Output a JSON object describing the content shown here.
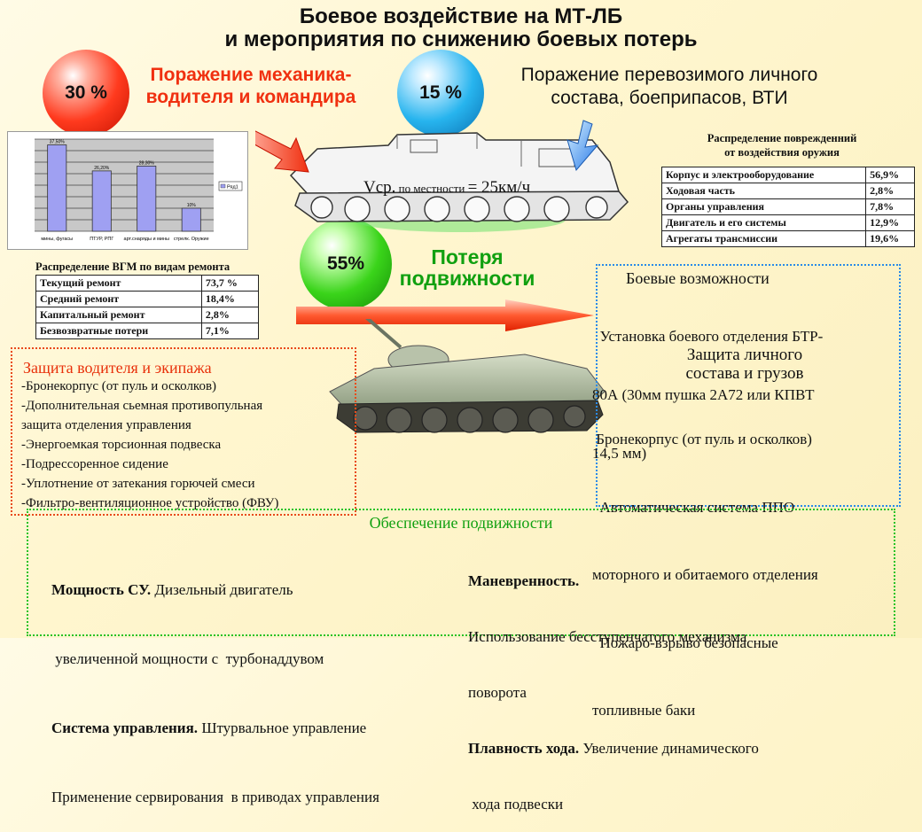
{
  "title": {
    "line1": "Боевое воздействие на МТ-ЛБ",
    "line2": "и мероприятия по снижению боевых потерь"
  },
  "circles": {
    "c30": "30 %",
    "c15": "15 %",
    "c55": "55%"
  },
  "headings": {
    "driver_line1": "Поражение механика-",
    "driver_line2": "водителя и командира",
    "personnel_line1": "Поражение  перевозимого личного",
    "personnel_line2": "состава, боеприпасов, ВТИ",
    "mobility_line1": "Потеря",
    "mobility_line2": "подвижности"
  },
  "speed": {
    "prefix": "Vср.",
    "mid": " по местности ",
    "value": "= 25км/ч"
  },
  "chart_data": {
    "type": "bar",
    "categories": [
      "мины, фугасы",
      "ПТУР, РПГ",
      "арт.снаряды и мины",
      "стрелк. Оружие"
    ],
    "values": [
      37.5,
      26.2,
      28.3,
      10
    ],
    "data_labels": [
      "37,50%",
      "26,20%",
      "28,30%",
      "10%"
    ],
    "legend": "Ряд1",
    "legend_position": "right",
    "ylim": [
      0,
      40
    ],
    "grid": true,
    "bar_color": "#9fa0f2"
  },
  "damage_table": {
    "caption_line1": "Распределение поврежденний",
    "caption_line2": "от воздействия оружия",
    "rows": [
      [
        "Корпус и электрооборудование",
        "56,9%"
      ],
      [
        "Ходовая часть",
        "2,8%"
      ],
      [
        "Органы управления",
        "7,8%"
      ],
      [
        "Двигатель и его системы",
        "12,9%"
      ],
      [
        "Агрегаты трансмиссии",
        "19,6%"
      ]
    ]
  },
  "repair_table": {
    "caption": "Распределение ВГМ по видам ремонта",
    "rows": [
      [
        "Текущий ремонт",
        "73,7 %"
      ],
      [
        "Средний ремонт",
        "18,4%"
      ],
      [
        "Капитальный ремонт",
        "2,8%"
      ],
      [
        "Безвозвратные потери",
        "7,1%"
      ]
    ]
  },
  "crew_protection": {
    "title": "Защита  водителя и экипажа",
    "items": [
      "-Бронекорпус (от пуль и осколков)",
      "-Дополнительная сьемная противопульная",
      "защита отделения управления",
      "-Энергоемкая  торсионная подвеска",
      "-Подрессоренное сидение",
      "-Уплотнение от затекания горючей смеси",
      "-Фильтро-вентиляционное устройство (ФВУ)"
    ]
  },
  "combat": {
    "title": "Боевые возможности",
    "line1": "  Установка боевого отделения БТР-",
    "line2": "80А (30мм пушка 2А72 или КПВТ",
    "line3": "14,5 мм)",
    "protect_title1": "Защита  личного",
    "protect_title2": "состава  и  грузов",
    "items": [
      " Бронекорпус (от пуль и осколков)",
      "  Автоматическая система ППО",
      "моторного и обитаемого отделения",
      "  Пожаро-взрыво безопасные",
      "топливные баки"
    ]
  },
  "mobility": {
    "title": "Обеспечение подвижности",
    "power_bold": "Мощность СУ.",
    "power_text": " Дизельный двигатель",
    "power_text2": " увеличенной мощности с  турбонаддувом",
    "control_bold": "Система управления.",
    "control_text": " Штурвальное управление",
    "servo_text": "Применение сервирования  в приводах управления",
    "maneuver_bold": "Маневренность.",
    "maneuver_text1": "Использование бесступенчатого механизма",
    "maneuver_text2": "поворота",
    "smooth_bold": "Плавность хода.",
    "smooth_text1": " Увеличение динамического",
    "smooth_text2": " хода подвески"
  },
  "colors": {
    "red_accent": "#f03010",
    "green_accent": "#10a010",
    "blue_border": "#2a8ae8"
  }
}
